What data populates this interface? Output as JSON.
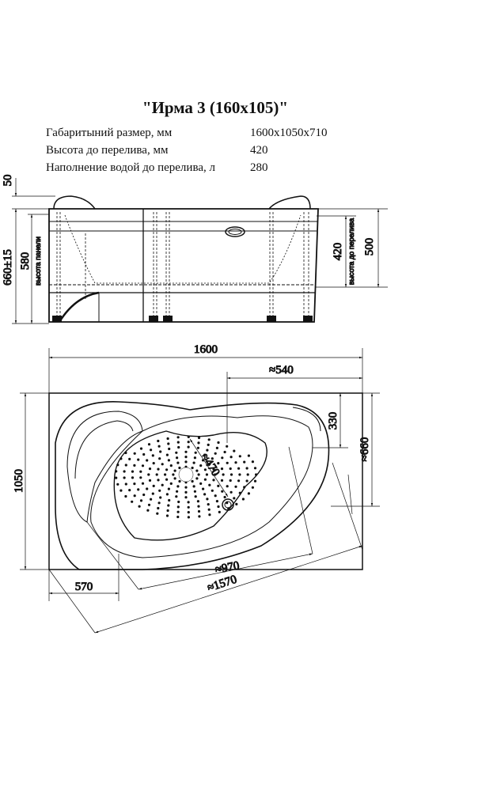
{
  "title": "\"Ирма 3 (160x105)\"",
  "specs": [
    {
      "label": "Габаритыний размер, мм",
      "value": "1600x1050x710"
    },
    {
      "label": "Высота до перелива, мм",
      "value": "420"
    },
    {
      "label": "Наполнение водой до перелива, л",
      "value": "280"
    }
  ],
  "side_view": {
    "dim_top": "50",
    "dim_total": "660±15",
    "dim_panel": "580",
    "panel_label": "высота панели",
    "dim_overflow": "420",
    "overflow_label": "высота до перелива",
    "dim_500": "500"
  },
  "top_view": {
    "dim_length": "1600",
    "dim_540": "≈540",
    "dim_330": "330",
    "dim_660": "≈660",
    "dim_width": "1050",
    "dim_470": "≈470",
    "dim_970": "≈970",
    "dim_570": "570",
    "dim_1570": "≈1570"
  }
}
